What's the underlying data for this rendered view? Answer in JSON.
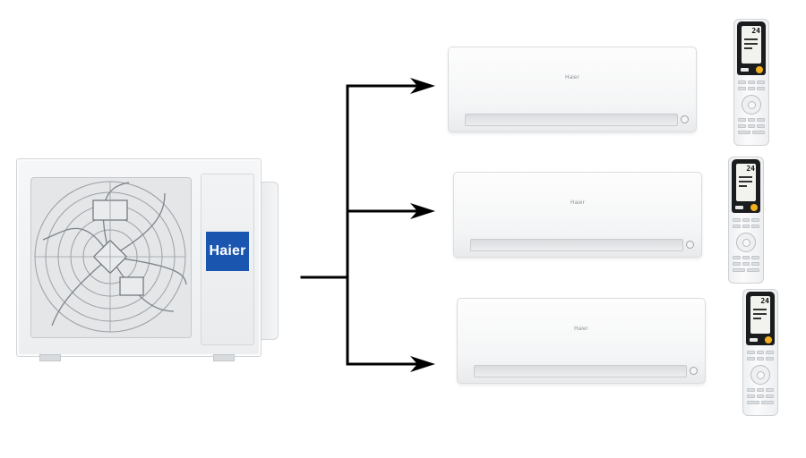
{
  "outdoor_unit": {
    "brand": "Haier"
  },
  "indoor_units": [
    {
      "brand": "Haier"
    },
    {
      "brand": "Haier"
    },
    {
      "brand": "Haier"
    }
  ],
  "remotes": [
    {
      "display_temp": "24"
    },
    {
      "display_temp": "24"
    },
    {
      "display_temp": "24"
    }
  ],
  "colors": {
    "brand_blue": "#1a56b0",
    "arrow": "#000000",
    "remote_power": "#f2b01e"
  }
}
